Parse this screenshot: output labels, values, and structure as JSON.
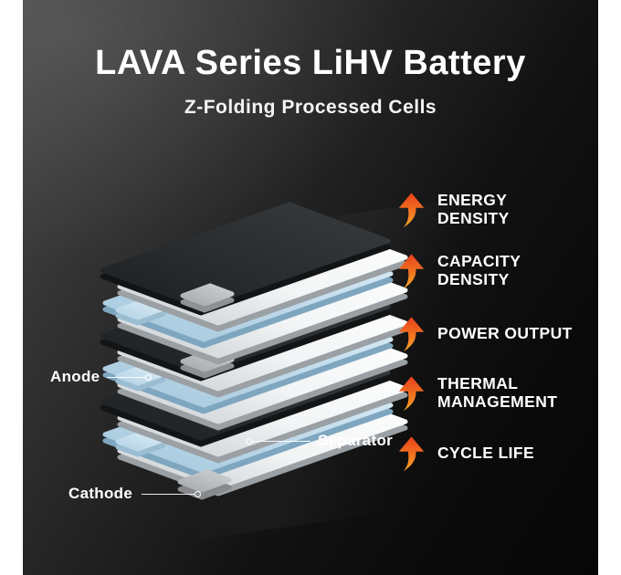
{
  "header": {
    "title": "LAVA Series LiHV Battery",
    "subtitle": "Z-Folding Processed Cells"
  },
  "benefits": [
    {
      "label": "Energy Density",
      "icon": "increase-arrow-icon"
    },
    {
      "label": "Capacity Density",
      "icon": "increase-arrow-icon"
    },
    {
      "label": "Power Output",
      "icon": "increase-arrow-icon"
    },
    {
      "label": "Thermal Management",
      "icon": "increase-arrow-icon"
    },
    {
      "label": "Cycle Life",
      "icon": "increase-arrow-icon"
    }
  ],
  "diagram": {
    "labels": {
      "anode": "Anode",
      "separator": "Separator",
      "cathode": "Cathode"
    },
    "stack_bottom_to_top": [
      "separator",
      "anode",
      "separator",
      "cathode",
      "separator",
      "anode",
      "separator",
      "cathode",
      "separator",
      "anode",
      "separator",
      "cathode"
    ],
    "detached_tab": "cathode-tab"
  },
  "colors": {
    "background_dark": "#0a0a0a",
    "background_light_corner": "#474747",
    "side_bars": "#ffffff",
    "text": "#ffffff",
    "arrow_top": "#e8401c",
    "arrow_bottom": "#f9a826",
    "separator_sheet": "#ffffff",
    "anode_sheet": "#b9d6e7",
    "cathode_sheet": "#2b2e31",
    "tab_gray": "#c0c3c6"
  }
}
